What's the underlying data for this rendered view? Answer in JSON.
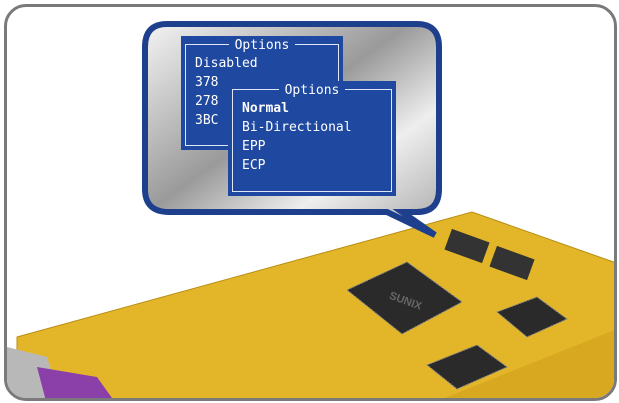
{
  "chip_label": "SUNIX",
  "menu_port": {
    "title": "Options",
    "items": [
      "Disabled",
      "378",
      "278",
      "3BC"
    ]
  },
  "menu_mode": {
    "title": "Options",
    "items": [
      "Normal",
      "Bi-Directional",
      "EPP",
      "ECP"
    ],
    "selected": "Normal"
  },
  "colors": {
    "menu_bg": "#1f48a0",
    "bubble_border": "#1e3f8c",
    "pcb": "#e3b62a"
  }
}
